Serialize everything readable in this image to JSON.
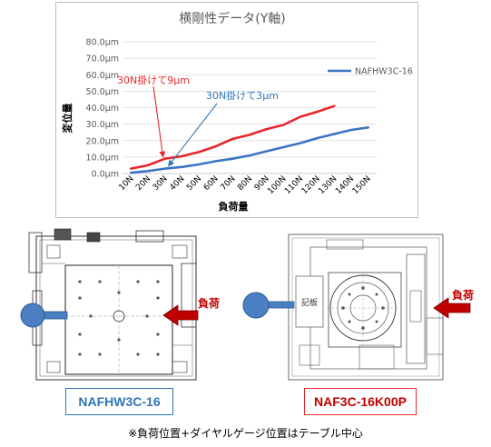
{
  "chart_data": {
    "type": "line",
    "title": "横剛性データ(Y軸)",
    "xlabel": "負荷量",
    "ylabel": "変位量",
    "categories": [
      "10N",
      "20N",
      "30N",
      "40N",
      "50N",
      "60N",
      "70N",
      "80N",
      "90N",
      "100N",
      "110N",
      "120N",
      "130N",
      "140N",
      "150N"
    ],
    "ylim": [
      0,
      80
    ],
    "yticks": [
      "0.0μm",
      "10.0μm",
      "20.0μm",
      "30.0μm",
      "40.0μm",
      "50.0μm",
      "60.0μm",
      "70.0μm",
      "80.0μm"
    ],
    "grid": true,
    "legend_position": "right",
    "series": [
      {
        "name": "",
        "color": "#e8262b",
        "values": [
          3,
          5,
          9,
          10.5,
          13,
          16.5,
          21,
          23.5,
          27,
          29.5,
          34.5,
          37.5,
          41
        ]
      },
      {
        "name": "NAFHW3C-16",
        "color": "#3b74c4",
        "values": [
          0.5,
          1.5,
          3,
          4,
          5.5,
          7.5,
          9,
          11,
          13.5,
          16,
          18.5,
          21.5,
          24,
          26.5,
          28
        ]
      }
    ],
    "annotations": [
      {
        "text": "30N掛けて9μm",
        "color": "#e8262b",
        "x_index": 2,
        "y": 9
      },
      {
        "text": "30N掛けて3μm",
        "color": "#2e75b6",
        "x_index": 2,
        "y": 3
      }
    ]
  },
  "drawings": {
    "left_load_label": "負荷",
    "right_load_label": "負荷",
    "right_plate_label": "記板",
    "left_arrow_color": "#c00000",
    "right_arrow_color": "#c00000",
    "knob_color": "#4a7fc1"
  },
  "labels": {
    "left_product": "NAFHW3C-16",
    "right_product": "NAF3C-16K00P"
  },
  "footnote": "※負荷位置+ダイヤルゲージ位置はテーブル中心"
}
